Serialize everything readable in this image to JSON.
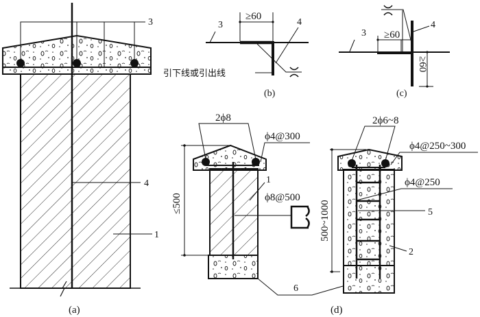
{
  "figure": {
    "panels": {
      "a": {
        "caption": "(a)",
        "labels": {
          "cap_rebar": "3",
          "down_conductor": "4",
          "wall": "1"
        }
      },
      "b": {
        "caption": "(b)",
        "labels": {
          "rebar": "3",
          "conductor": "4",
          "dimension": "≥60",
          "note": "引下线或引出线"
        }
      },
      "c": {
        "caption": "(c)",
        "labels": {
          "rebar": "3",
          "conductor": "4",
          "dim_horizontal": "≥60",
          "dim_vertical": "≥60"
        }
      },
      "d": {
        "caption": "(d)",
        "left": {
          "main_bars": "2ϕ8",
          "stirrup": "ϕ4@300",
          "height": "≤500",
          "wall": "1",
          "anchor": "ϕ8@500"
        },
        "right": {
          "main_bars": "2ϕ6~8",
          "stirrup_cap": "ϕ4@250~300",
          "stirrup_column": "ϕ4@250",
          "height": "500~1000",
          "ladder": "5",
          "concrete": "2"
        },
        "foundation": "6"
      }
    }
  }
}
